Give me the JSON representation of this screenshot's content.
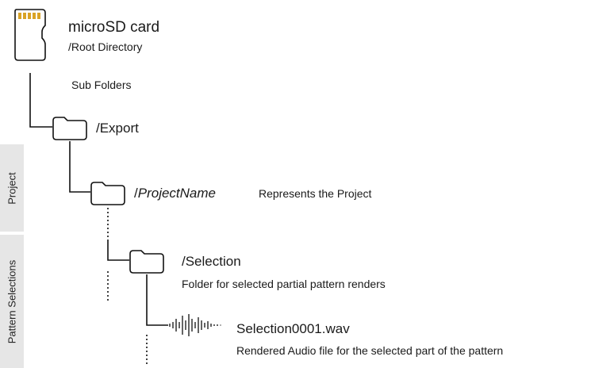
{
  "root": {
    "title": "microSD card",
    "subtitle": "/Root Directory",
    "subfolders_label": "Sub Folders"
  },
  "export": {
    "name": "/Export"
  },
  "project": {
    "prefix": "/",
    "name": "ProjectName",
    "description": "Represents the Project"
  },
  "selection": {
    "name": "/Selection",
    "description": "Folder for selected partial pattern renders"
  },
  "audio": {
    "name": "Selection0001.wav",
    "description": "Rendered Audio file for the selected part of the pattern"
  },
  "sidebar": {
    "project_label": "Project",
    "pattern_label": "Pattern Selections"
  },
  "colors": {
    "line": "#111111",
    "tab_bg": "#e6e6e6",
    "sd_contacts": "#d9a326"
  },
  "icons": [
    "microsd-card-icon",
    "folder-icon",
    "audio-waveform-icon"
  ]
}
